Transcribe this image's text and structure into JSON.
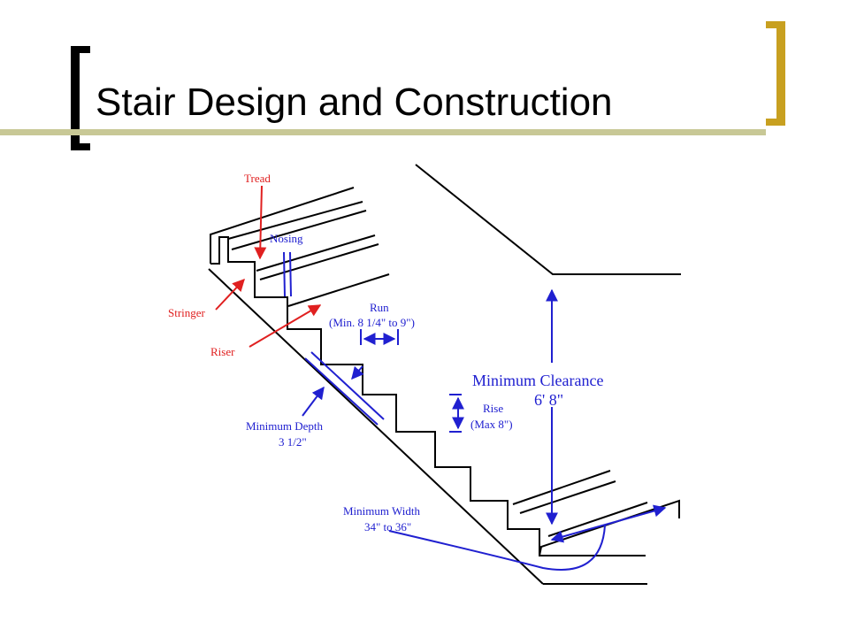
{
  "slide": {
    "title": "Stair Design and Construction"
  },
  "diagram": {
    "labels": {
      "tread": "Tread",
      "nosing": "Nosing",
      "stringer": "Stringer",
      "riser": "Riser",
      "run_title": "Run",
      "run_range": "(Min. 8 1/4\" to 9\")",
      "min_depth_title": "Minimum Depth",
      "min_depth_value": "3 1/2\"",
      "rise_title": "Rise",
      "rise_value": "(Max 8\")",
      "min_clearance_title": "Minimum Clearance",
      "min_clearance_value": "6' 8\"",
      "min_width_title": "Minimum Width",
      "min_width_value": "34\" to 36\""
    }
  },
  "colors": {
    "accent_gold": "#c8a020",
    "title_line": "#c8c896",
    "red_annotation": "#e02020",
    "blue_annotation": "#2020d0",
    "outline": "#000000"
  }
}
